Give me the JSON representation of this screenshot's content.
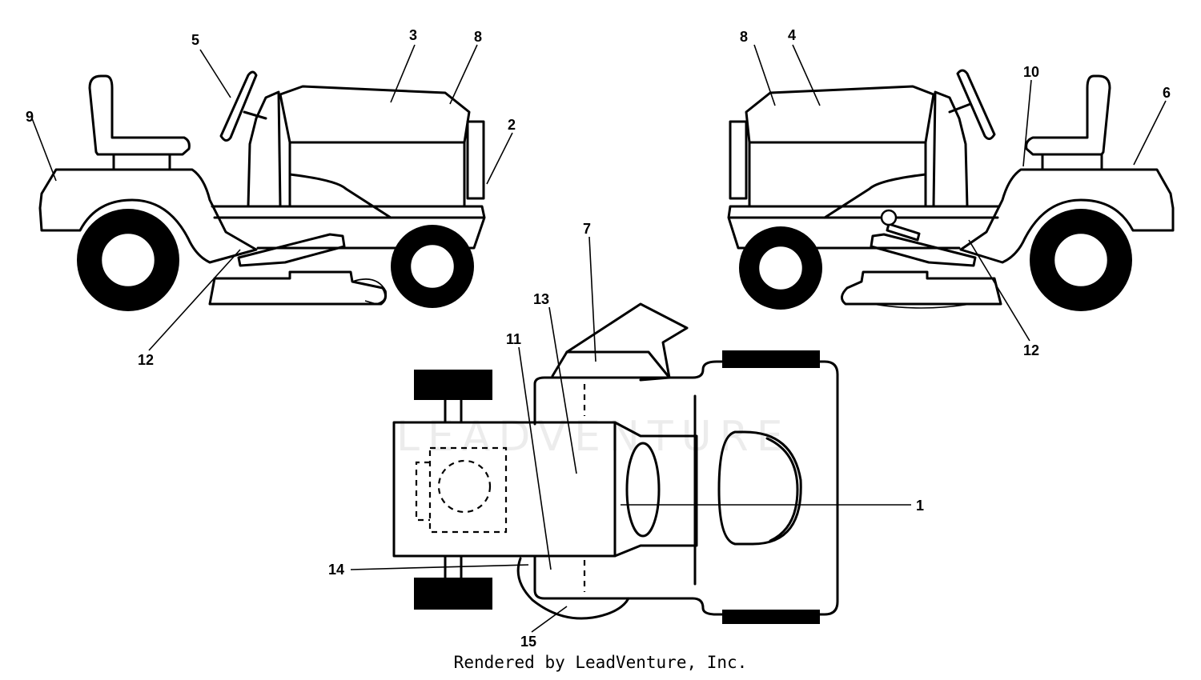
{
  "callouts": {
    "c1": "1",
    "c2": "2",
    "c3": "3",
    "c4": "4",
    "c5": "5",
    "c6": "6",
    "c7": "7",
    "c8a": "8",
    "c8b": "8",
    "c9": "9",
    "c10": "10",
    "c11": "11",
    "c12a": "12",
    "c12b": "12",
    "c13": "13",
    "c14": "14",
    "c15": "15"
  },
  "watermark": "LEADVENTURE",
  "footer": "Rendered by LeadVenture, Inc."
}
